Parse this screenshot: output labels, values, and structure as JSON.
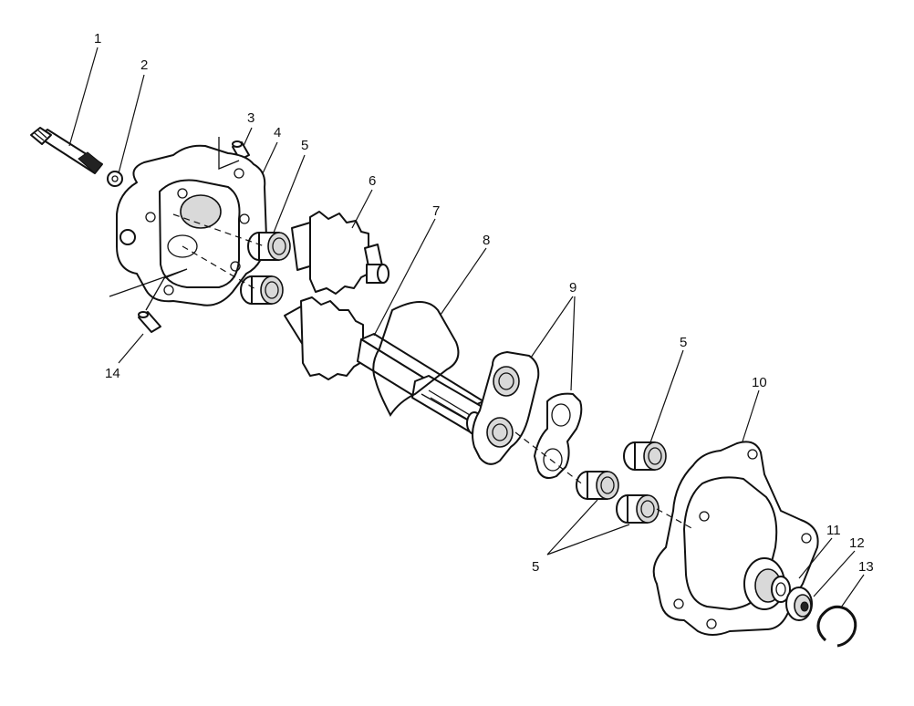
{
  "callouts": [
    "1",
    "2",
    "3",
    "4",
    "5",
    "6",
    "7",
    "8",
    "9",
    "10",
    "11",
    "12",
    "13",
    "14"
  ],
  "callout_5_repeats": [
    "5",
    "5",
    "5"
  ]
}
